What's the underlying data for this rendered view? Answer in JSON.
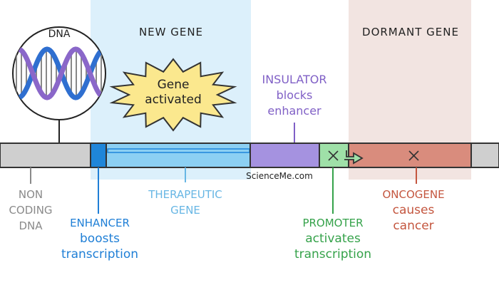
{
  "colors": {
    "new_gene_zone": "#dcf0fb",
    "dormant_zone": "#f2e4e1",
    "strand": "#cfcfcf",
    "enhancer": "#1f86d9",
    "therapeutic": "#8cd0f3",
    "insulator": "#a592e0",
    "promoter": "#9fe0a8",
    "oncogene": "#d98c7d",
    "burst": "#fbe88e",
    "dna_blue": "#2f6fd0",
    "dna_purple": "#8a67c9",
    "gray_text": "#8a8a8a",
    "enhancer_text": "#1f7fd6",
    "therapeutic_text": "#67b6e4",
    "insulator_text": "#8060c6",
    "promoter_text": "#35a24a",
    "oncogene_text": "#c4563f"
  },
  "icons": {
    "dna": "dna-helix-icon",
    "burst": "starburst-icon",
    "promoter_arrow": "arrow-right-icon",
    "cross": "x-mark-icon"
  },
  "zones": {
    "new_gene": "NEW GENE",
    "dormant_gene": "DORMANT GENE"
  },
  "dna_label": "DNA",
  "burst": {
    "line1": "Gene",
    "line2": "activated"
  },
  "insulator_label": {
    "line1": "INSULATOR",
    "line2": "blocks",
    "line3": "enhancer"
  },
  "watermark": "ScienceMe.com",
  "labels": {
    "noncoding": {
      "line1": "NON",
      "line2": "CODING",
      "line3": "DNA"
    },
    "enhancer": {
      "line1": "ENHANCER",
      "line2": "boosts",
      "line3": "transcription"
    },
    "therapeutic": {
      "line1": "THERAPEUTIC",
      "line2": "GENE"
    },
    "promoter": {
      "line1": "PROMOTER",
      "line2": "activates",
      "line3": "transcription"
    },
    "oncogene": {
      "line1": "ONCOGENE",
      "line2": "causes",
      "line3": "cancer"
    }
  }
}
